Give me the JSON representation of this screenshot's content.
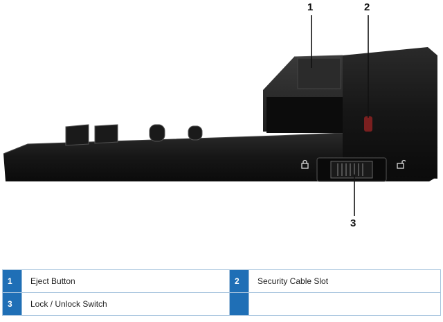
{
  "callouts": [
    "1",
    "2",
    "3"
  ],
  "legend": {
    "rows": [
      {
        "left_num": "1",
        "left_label": "Eject Button",
        "right_num": "2",
        "right_label": "Security Cable Slot"
      },
      {
        "left_num": "3",
        "left_label": "Lock / Unlock Switch",
        "right_num": "",
        "right_label": ""
      }
    ]
  },
  "colors": {
    "legend_accent": "#1f6fb6",
    "legend_border": "#a7c4de",
    "device_body": "#141414"
  }
}
